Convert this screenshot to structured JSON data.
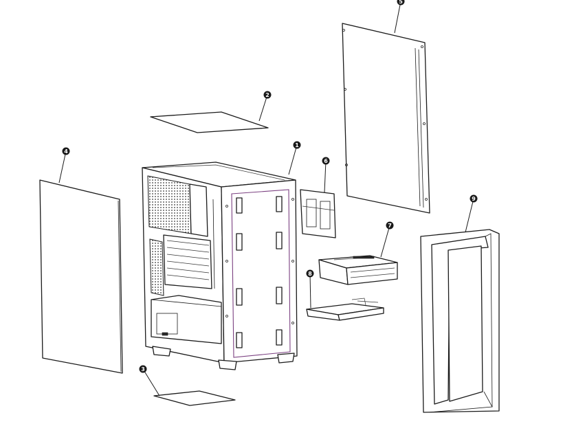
{
  "callouts": [
    {
      "id": "1",
      "label": "1"
    },
    {
      "id": "2",
      "label": "2"
    },
    {
      "id": "3",
      "label": "3"
    },
    {
      "id": "4",
      "label": "4"
    },
    {
      "id": "5",
      "label": "5"
    },
    {
      "id": "6",
      "label": "6"
    },
    {
      "id": "7",
      "label": "7"
    },
    {
      "id": "8",
      "label": "8"
    },
    {
      "id": "9",
      "label": "9"
    }
  ],
  "colors": {
    "line": "#1a1a1a",
    "accent_frame": "#7a3f80",
    "background": "#ffffff"
  }
}
